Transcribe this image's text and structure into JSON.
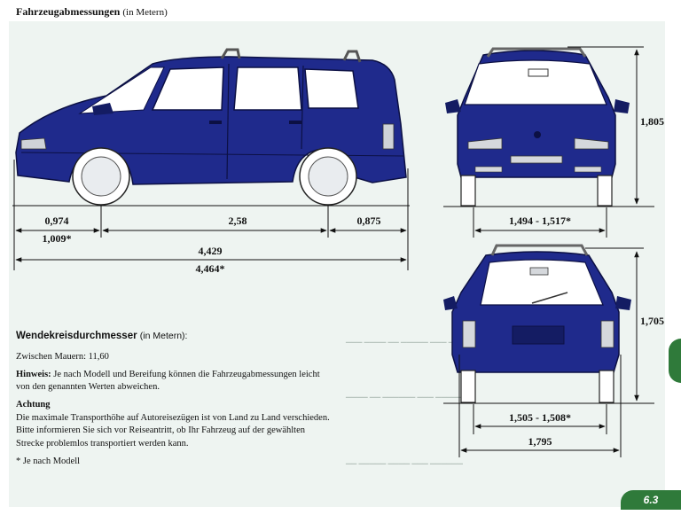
{
  "page": {
    "title": "Fahrzeugabmessungen",
    "title_unit": "(in Metern)",
    "page_number": "6.3"
  },
  "dimensions": {
    "front_overhang": "0,974",
    "front_overhang_alt": "1,009*",
    "wheelbase": "2,58",
    "rear_overhang": "0,875",
    "total_length": "4,429",
    "total_length_alt": "4,464*",
    "height": "1,805",
    "front_track": "1,494 - 1,517*",
    "rear_height": "1,705",
    "rear_track": "1,505 - 1,508*",
    "width": "1,795"
  },
  "text": {
    "turning_heading": "Wendekreisdurchmesser",
    "turning_unit": "(in Metern):",
    "between_walls": "Zwischen Mauern: 11,60",
    "hinweis_label": "Hinweis:",
    "hinweis_text": "Je nach Modell und Bereifung können die Fahrzeugabmessungen leicht von den genannten Werten abweichen.",
    "achtung_label": "Achtung",
    "achtung_text": "Die maximale Transporthöhe auf Autoreisezügen ist von Land zu Land verschieden. Bitte informieren Sie sich vor Reiseantritt, ob Ihr Fahrzeug auf der gewählten Strecke problemlos transportiert werden kann.",
    "footnote": "* Je nach Modell"
  },
  "colors": {
    "car_body": "#1f2a8c",
    "car_dark": "#141c63",
    "glass": "#ffffff",
    "accent_tab": "#2f7a3a"
  }
}
